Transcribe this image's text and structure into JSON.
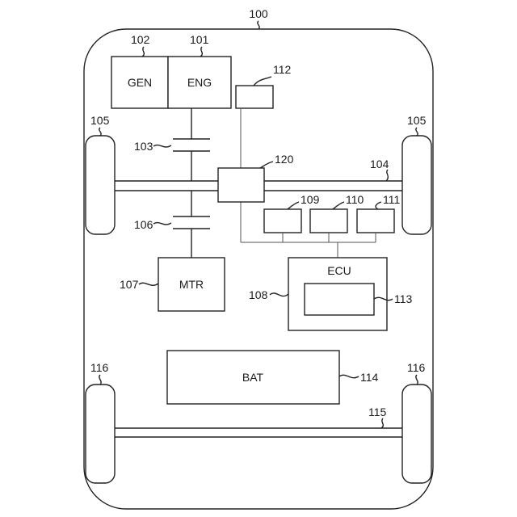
{
  "refs": {
    "vehicle": "100",
    "engine": "101",
    "generator": "102",
    "clutch_upper": "103",
    "axle_front": "104",
    "wheel_front_left": "105",
    "wheel_front_right": "105",
    "clutch_lower": "106",
    "motor": "107",
    "ecu": "108",
    "sensor_a": "109",
    "sensor_b": "110",
    "sensor_c": "111",
    "unit_top": "112",
    "ecu_inner": "113",
    "battery": "114",
    "axle_rear": "115",
    "wheel_rear_left": "116",
    "wheel_rear_right": "116",
    "transmission": "120"
  },
  "labels": {
    "generator": "GEN",
    "engine": "ENG",
    "motor": "MTR",
    "ecu": "ECU",
    "battery": "BAT"
  }
}
